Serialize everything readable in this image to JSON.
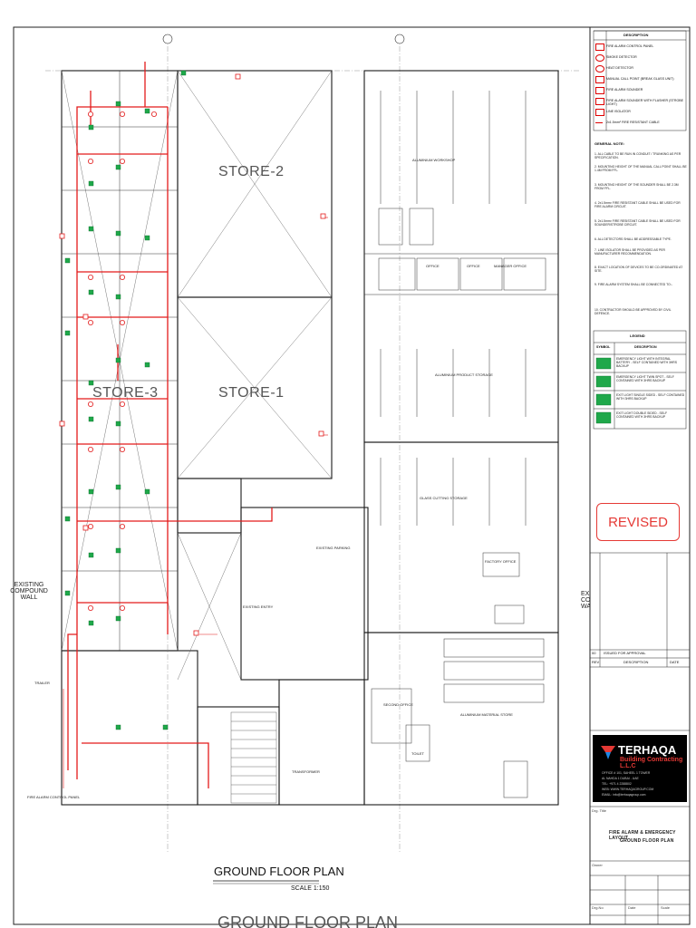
{
  "drawing": {
    "stores": [
      "STORE-2",
      "STORE-1",
      "STORE-3"
    ],
    "existing_wall_label_left": "EXISTING COMPOUND WALL",
    "existing_wall_label_right": "EXI CO WA",
    "plan_title": "GROUND FLOOR PLAN",
    "plan_scale": "SCALE 1:150",
    "plan_title_repeat": "GROUND FLOOR PLAN",
    "room_labels": [
      "ALUMINIUM WORKSHOP",
      "ALUMINIUM PRODUCT STORAGE",
      "GLASS CUTTING STORAGE",
      "ALUMINIUM MATERIAL STORE",
      "OFFICE",
      "OFFICE",
      "MANAGER OFFICE",
      "FACTORY OFFICE",
      "SECOND OFFICE",
      "TRANSFORMER",
      "TRAILER",
      "TOILET",
      "FIRE ALARM CONTROL PANEL",
      "EXISTING PARKING",
      "EXISTING ENTRY"
    ]
  },
  "legend": {
    "header": "DESCRIPTION",
    "items": [
      "FIRE ALARM CONTROL PANEL",
      "SMOKE DETECTOR",
      "HEAT DETECTOR",
      "MANUAL CALL POINT (BREAK GLASS UNIT)",
      "FIRE ALARM SOUNDER",
      "FIRE ALARM SOUNDER WITH FLASHER (STROBE LIGHT)",
      "LINE ISOLATOR",
      "2x1.5mm² FIRE RESISTANT CABLE"
    ]
  },
  "notes": {
    "header": "GENERAL NOTE:",
    "items": [
      "1. ALL CABLE TO BE RUN IN CONDUIT / TRUNKING AS PER SPECIFICATION.",
      "2. MOUNTING HEIGHT OF THE MANUAL CALL POINT SHALL BE 1.4M FROM FFL.",
      "3. MOUNTING HEIGHT OF THE SOUNDER SHALL BE 2.3M FROM FFL.",
      "4. 2x1.5mm² FIRE RESISTANT CABLE SHALL BE USED FOR FIRE ALARM CIRCUIT.",
      "5. 2x1.5mm² FIRE RESISTANT CABLE SHALL BE USED FOR SOUNDER/STROBE CIRCUIT.",
      "6. ALL DETECTORS SHALL BE ADDRESSABLE TYPE.",
      "7. LINE ISOLATOR SHALL BE PROVIDED AS PER MANUFACTURER RECOMMENDATION.",
      "8. EXACT LOCATION OF DEVICES TO BE CO-ORDINATED AT SITE.",
      "9. FIRE ALARM SYSTEM SHALL BE CONNECTED TO:-",
      "10. CONTRACTOR SHOULD BE APPROVED BY CIVIL DEFENCE."
    ]
  },
  "emergency_legend": {
    "header": "LEGEND",
    "col_symbol": "SYMBOL",
    "col_description": "DESCRIPTION",
    "items": [
      "EMERGENCY LIGHT WITH INTEGRAL BATTERY - SELF CONTAINED WITH 3HRS BACKUP",
      "EMERGENCY LIGHT TWIN SPOT - SELF CONTAINED WITH 3HRS BACKUP",
      "EXIT LIGHT SINGLE SIDED - SELF CONTAINED WITH 3HRS BACKUP",
      "EXIT LIGHT DOUBLE SIDED - SELF CONTAINED WITH 3HRS BACKUP"
    ]
  },
  "revision": {
    "stamp": "REVISED",
    "row_code": "00",
    "row_text": "ISSUED FOR APPROVAL",
    "head_rev": "REV",
    "head_desc": "DESCRIPTION",
    "head_date": "DATE"
  },
  "company": {
    "name": "TERHAQA",
    "subtitle": "Building Contracting L.L.C",
    "address_1": "OFFICE # 101, SAHEEL 1 TOWER",
    "address_2": "AL NAHDA 1 DUBAI - UAE",
    "phone": "TEL: +971 4 2288802",
    "web": "WEB: WWW.TERHAQAGROUP.COM",
    "email": "EMAIL: info@terhaqagroup.com"
  },
  "title_block": {
    "label_title": "Drg. Title",
    "title_1": "FIRE ALARM & EMERGENCY LAYOUT",
    "title_2": "GROUND FLOOR PLAN",
    "label_owner": "Owner",
    "label_drg": "Drg.No",
    "label_date": "Date",
    "label_scale": "Scale"
  },
  "colors": {
    "fire_line": "#e31b1b",
    "device_green": "#1fa84a",
    "linework": "#1a1a1a",
    "stamp": "#e53935"
  }
}
